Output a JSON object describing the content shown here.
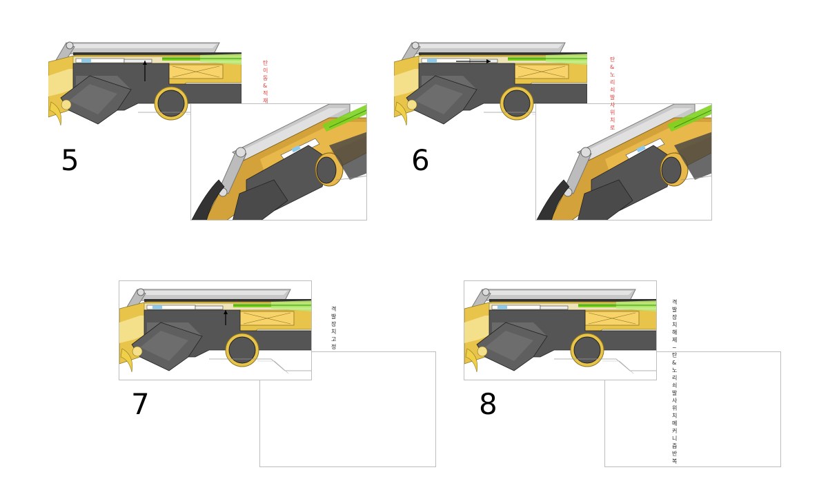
{
  "colors": {
    "accent_red": "#e53935",
    "caption_black": "#222222",
    "frame_grey": "#bdbdbd",
    "body_gold": "#e8c44a",
    "body_gold_light": "#f4e08a",
    "metal_dark": "#555555",
    "metal_grey": "#c8c8c8",
    "spring_green": "#7ed321"
  },
  "icons": [
    "gear-icon",
    "spring-icon",
    "arrow-icon"
  ],
  "panels": [
    {
      "step": "5",
      "caption": "탄 이동 & 적재",
      "caption_color": "#e53935"
    },
    {
      "step": "6",
      "caption": "탄 & 노리쇠 발사 위치로",
      "caption_color": "#e53935"
    },
    {
      "step": "7",
      "caption": "격발장치 고정",
      "caption_color": "#222222"
    },
    {
      "step": "8",
      "caption": "격발장치 해제 ~ 탄 & 노리쇠 발사위치\n메커니즘 반복",
      "caption_color": "#222222"
    }
  ]
}
